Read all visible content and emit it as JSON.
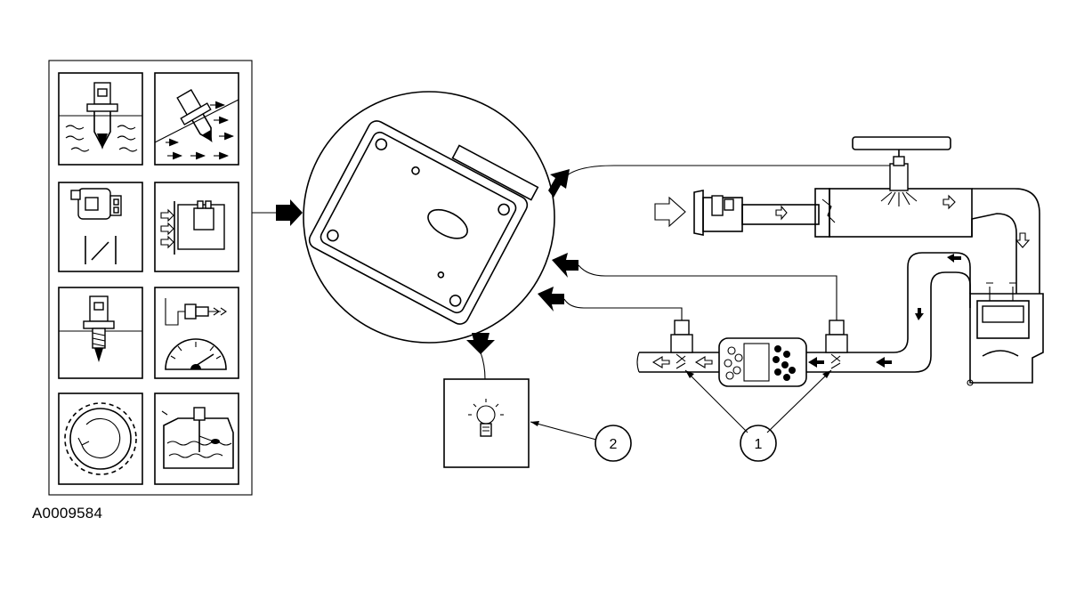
{
  "figure": {
    "id": "A0009584"
  },
  "callouts": [
    {
      "number": "1"
    },
    {
      "number": "2"
    }
  ],
  "icons": {
    "sensor_panel": [
      "coolant-temperature-sensor-icon",
      "air-temperature-sensor-icon",
      "throttle-position-sensor-icon",
      "air-flow-sensor-icon",
      "oil-pressure-sender-icon",
      "speed-sensor-gauge-icon",
      "crankshaft-reluctor-ring-icon",
      "fuel-level-sender-icon"
    ],
    "module": "engine-control-module-icon",
    "indicator": "warning-lamp-bulb-icon",
    "intake": "intake-air-duct-icon",
    "injector": "fuel-injector-icon",
    "engine": "engine-cylinder-icon",
    "exhaust": "exhaust-pipe-catalytic-converter-icon",
    "oxygen_sensors": "oxygen-sensor-icon"
  },
  "colors": {
    "line": "#000000",
    "background": "#ffffff"
  }
}
